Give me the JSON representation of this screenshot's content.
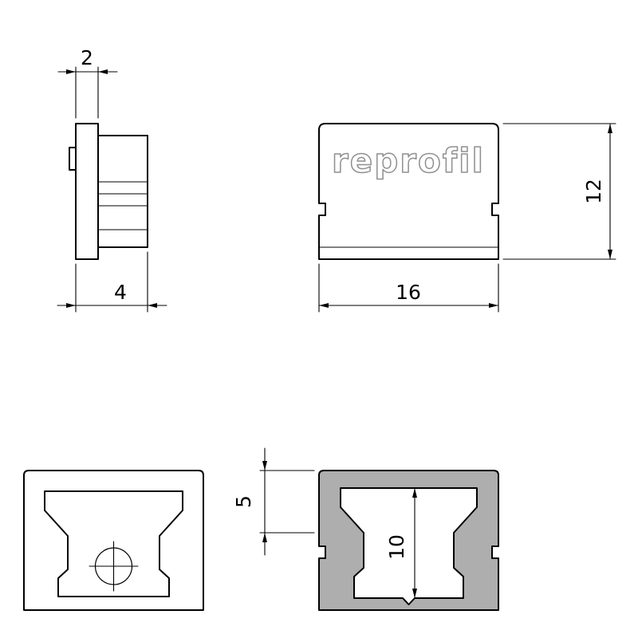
{
  "colors": {
    "line": "#000000",
    "section_fill": "#aeaeae",
    "logo_stroke": "#8f8f8f",
    "background": "#ffffff"
  },
  "logo": {
    "text": "reprofil"
  },
  "dimensions": {
    "side_view": {
      "plate_thickness": "2",
      "total_depth": "4"
    },
    "front_view": {
      "width": "16",
      "height": "12"
    },
    "section_view": {
      "top_recess": "5",
      "inner_height": "10"
    }
  }
}
